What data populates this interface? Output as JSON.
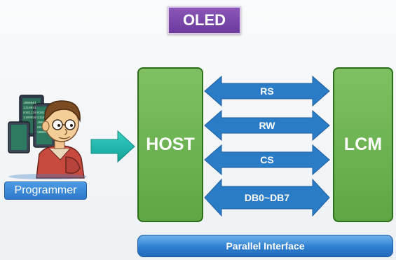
{
  "title": "OLED",
  "host_label": "HOST",
  "lcm_label": "LCM",
  "signals": [
    {
      "label": "RS"
    },
    {
      "label": "RW"
    },
    {
      "label": "CS"
    },
    {
      "label": "DB0~DB7"
    }
  ],
  "interface_label": "Parallel Interface",
  "programmer_label": "Programmer",
  "colors": {
    "block_green": "#6cb352",
    "arrow_blue": "#2a7cc7",
    "title_purple": "#7447a8",
    "input_arrow_teal": "#1ab4a8"
  }
}
